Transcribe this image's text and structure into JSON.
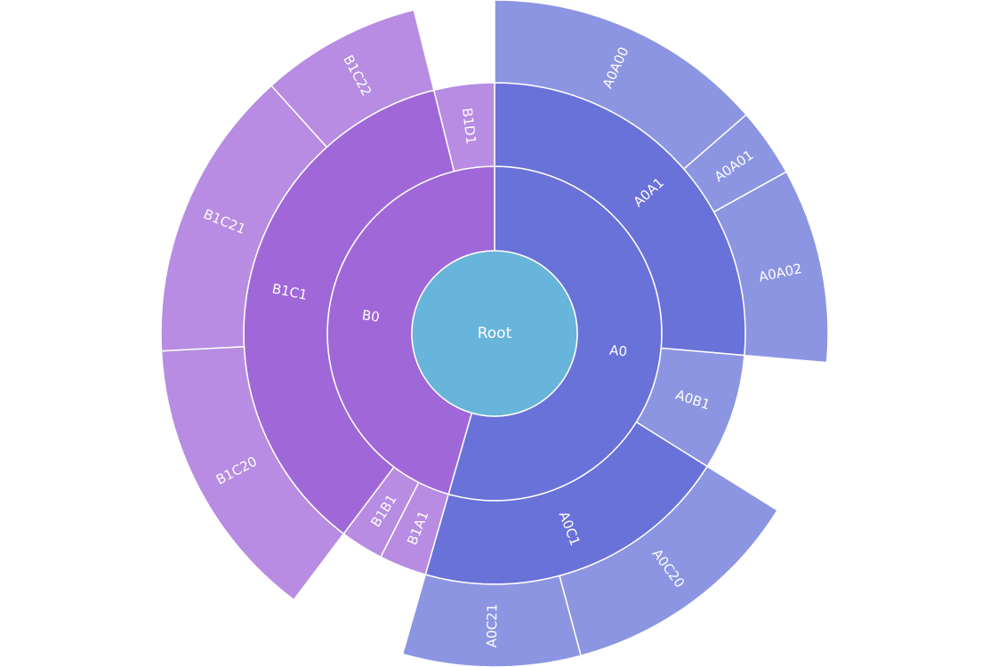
{
  "chart_data": {
    "type": "sunburst",
    "title": "",
    "center": [
      556,
      375
    ],
    "colors": {
      "root": "#67b5da",
      "A_level1": "#6972d9",
      "A_level2": "#6972d9",
      "A_leaf": "#8c95e2",
      "B_level1": "#a067d9",
      "B_level2": "#a067d9",
      "B_leaf": "#b78ce2",
      "stroke": "#ffffff"
    },
    "root": {
      "name": "Root",
      "r": 93
    },
    "nodes": [
      {
        "name": "A0",
        "parent": "Root",
        "depth": 1,
        "start": 0,
        "end": 196,
        "r0": 93,
        "r1": 188,
        "color": "#6972d9",
        "labelRot": false
      },
      {
        "name": "B0",
        "parent": "Root",
        "depth": 1,
        "start": 196,
        "end": 360,
        "r0": 93,
        "r1": 188,
        "color": "#a067d9",
        "labelRot": false
      },
      {
        "name": "A0A1",
        "parent": "A0",
        "depth": 2,
        "start": 0,
        "end": 95,
        "r0": 188,
        "r1": 282,
        "color": "#6972d9"
      },
      {
        "name": "A0B1",
        "parent": "A0",
        "depth": 2,
        "start": 95,
        "end": 122,
        "r0": 188,
        "r1": 282,
        "color": "#8c95e2"
      },
      {
        "name": "A0C1",
        "parent": "A0",
        "depth": 2,
        "start": 122,
        "end": 196,
        "r0": 188,
        "r1": 282,
        "color": "#6972d9"
      },
      {
        "name": "B1A1",
        "parent": "B0",
        "depth": 2,
        "start": 196,
        "end": 207,
        "r0": 188,
        "r1": 282,
        "color": "#b78ce2"
      },
      {
        "name": "B1B1",
        "parent": "B0",
        "depth": 2,
        "start": 207,
        "end": 217,
        "r0": 188,
        "r1": 282,
        "color": "#b78ce2"
      },
      {
        "name": "B1C1",
        "parent": "B0",
        "depth": 2,
        "start": 217,
        "end": 346,
        "r0": 188,
        "r1": 282,
        "color": "#a067d9"
      },
      {
        "name": "B1D1",
        "parent": "B0",
        "depth": 2,
        "start": 346,
        "end": 360,
        "r0": 188,
        "r1": 282,
        "color": "#b78ce2"
      },
      {
        "name": "A0A00",
        "parent": "A0A1",
        "depth": 3,
        "start": 0,
        "end": 49,
        "r0": 282,
        "r1": 375,
        "color": "#8c95e2"
      },
      {
        "name": "A0A01",
        "parent": "A0A1",
        "depth": 3,
        "start": 49,
        "end": 61,
        "r0": 282,
        "r1": 375,
        "color": "#8c95e2"
      },
      {
        "name": "A0A02",
        "parent": "A0A1",
        "depth": 3,
        "start": 61,
        "end": 95,
        "r0": 282,
        "r1": 375,
        "color": "#8c95e2"
      },
      {
        "name": "A0C20",
        "parent": "A0C1",
        "depth": 3,
        "start": 122,
        "end": 165,
        "r0": 282,
        "r1": 375,
        "color": "#8c95e2"
      },
      {
        "name": "A0C21",
        "parent": "A0C1",
        "depth": 3,
        "start": 165,
        "end": 196,
        "r0": 282,
        "r1": 375,
        "color": "#8c95e2"
      },
      {
        "name": "B1C20",
        "parent": "B1C1",
        "depth": 3,
        "start": 217,
        "end": 267,
        "r0": 282,
        "r1": 375,
        "color": "#b78ce2"
      },
      {
        "name": "B1C21",
        "parent": "B1C1",
        "depth": 3,
        "start": 267,
        "end": 318,
        "r0": 282,
        "r1": 375,
        "color": "#b78ce2"
      },
      {
        "name": "B1C22",
        "parent": "B1C1",
        "depth": 3,
        "start": 318,
        "end": 346,
        "r0": 282,
        "r1": 375,
        "color": "#b78ce2"
      }
    ],
    "hierarchy": {
      "Root": [
        "A0",
        "B0"
      ],
      "A0": [
        "A0A1",
        "A0B1",
        "A0C1"
      ],
      "A0A1": [
        "A0A00",
        "A0A01",
        "A0A02"
      ],
      "A0C1": [
        "A0C20",
        "A0C21"
      ],
      "B0": [
        "B1A1",
        "B1B1",
        "B1C1",
        "B1D1"
      ],
      "B1C1": [
        "B1C20",
        "B1C21",
        "B1C22"
      ]
    }
  }
}
